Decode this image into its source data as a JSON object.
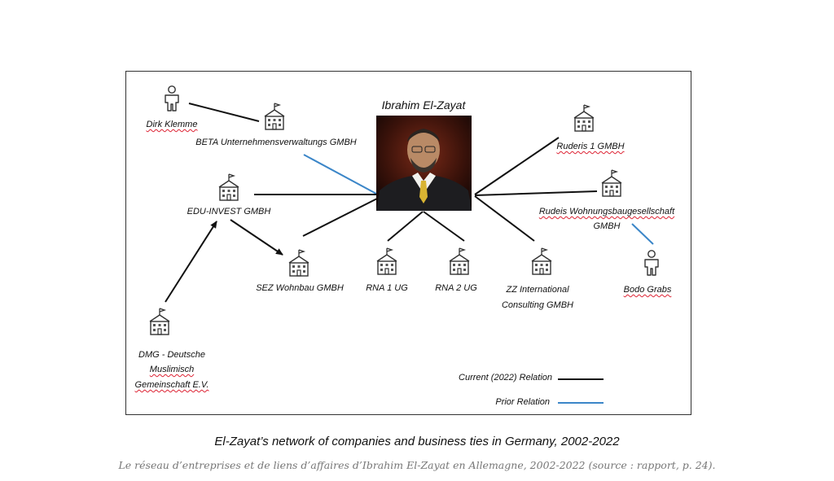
{
  "center": {
    "name": "Ibrahim El-Zayat"
  },
  "nodes": {
    "dirk": "Dirk Klemme",
    "beta": "BETA Unternehmensverwaltungs GMBH",
    "edu": "EDU-INVEST GMBH",
    "sez": "SEZ Wohnbau GMBH",
    "rna1": "RNA 1 UG",
    "rna2": "RNA 2 UG",
    "zz_line1": "ZZ International",
    "zz_line2": "Consulting GMBH",
    "ruderis": "Ruderis 1 GMBH",
    "rudeis_line1": "Rudeis Wohnungsbaugesellschaft",
    "rudeis_line2": "GMBH",
    "bodo": "Bodo Grabs",
    "dmg_line1": "DMG - Deutsche",
    "dmg_line2": "Muslimisch",
    "dmg_line3": "Gemeinschaft E.V."
  },
  "legend": {
    "current": "Current (2022) Relation",
    "prior": "Prior Relation",
    "current_color": "#111111",
    "prior_color": "#3b86c8"
  },
  "caption": "El-Zayat’s network of companies and business ties in Germany, 2002-2022",
  "subcaption": "Le réseau d’entreprises et de liens d’affaires d’Ibrahim El-Zayat en Allemagne, 2002-2022 (source : rapport, p. 24)."
}
